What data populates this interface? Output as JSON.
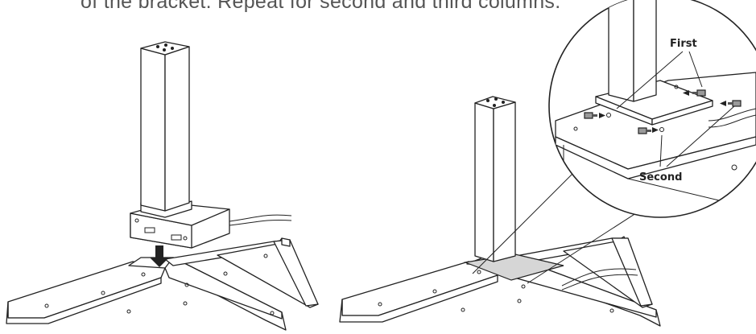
{
  "instruction_text": "of the bracket. Repeat for second and third columns.",
  "callouts": {
    "first_label": "First",
    "second_label": "Second"
  }
}
